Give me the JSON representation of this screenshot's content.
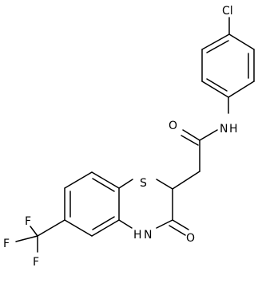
{
  "labels": {
    "chlorine": "Cl",
    "amide_n": "N",
    "amide_h": "H",
    "amide_o": "O",
    "sulfur": "S",
    "lactam_o": "O",
    "lactam_n": "N",
    "lactam_h": "H",
    "cf3_f_top": "F",
    "cf3_f_left": "F",
    "cf3_f_bottom": "F"
  },
  "colors": {
    "ink": "#000000",
    "background": "#ffffff"
  }
}
